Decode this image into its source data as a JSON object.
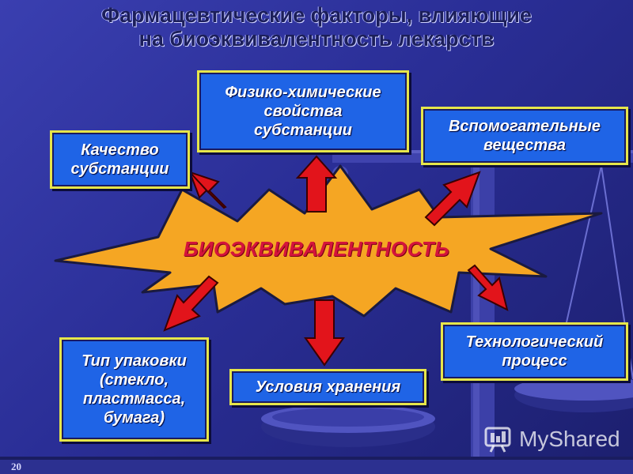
{
  "slide": {
    "title_line1": "Фармацевтические факторы, влияющие",
    "title_line2": "на биоэквивалентность лекарств",
    "number": "20"
  },
  "center": {
    "label": "БИОЭКВИВАЛЕНТНОСТЬ"
  },
  "factors": {
    "substance_quality": "Качество субстанции",
    "physchem": "Физико-химические свойства субстанции",
    "excipients": "Вспомогательные вещества",
    "packaging": "Тип упаковки (стекло, пластмасса, бумага)",
    "storage": "Условия хранения",
    "technology": "Технологический процесс"
  },
  "watermark": {
    "text": "MyShared",
    "icon": "myshared-logo-icon"
  },
  "colors": {
    "background": "#2a2e96",
    "box_fill": "#1f64e6",
    "box_border": "#e6e64a",
    "star_fill": "#f5a623",
    "arrow_fill": "#e2141b",
    "center_text": "#d4143c"
  }
}
